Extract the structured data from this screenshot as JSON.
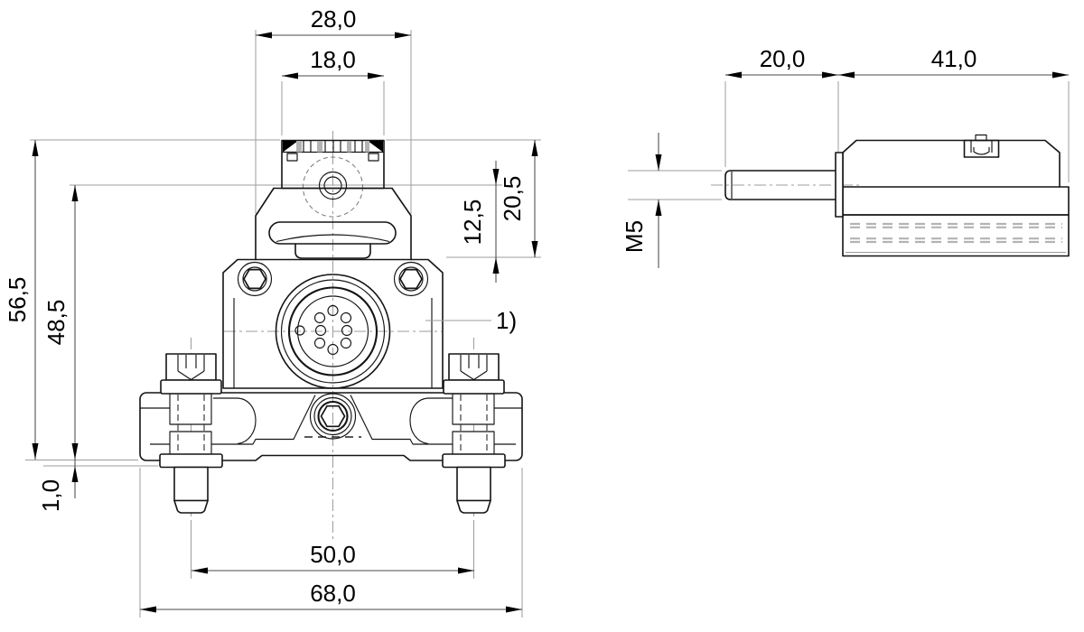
{
  "front_view": {
    "dims": {
      "shoulder_width": "28,0",
      "cap_width": "18,0",
      "overall_height": "56,5",
      "center_height": "48,5",
      "clamp_gap": "1,0",
      "hole_offset": "12,5",
      "head_height": "20,5",
      "bolt_spacing": "50,0",
      "overall_width": "68,0"
    },
    "callout": "1)"
  },
  "side_view": {
    "dims": {
      "rod_length": "20,0",
      "body_length": "41,0",
      "thread_label": "M5"
    }
  }
}
